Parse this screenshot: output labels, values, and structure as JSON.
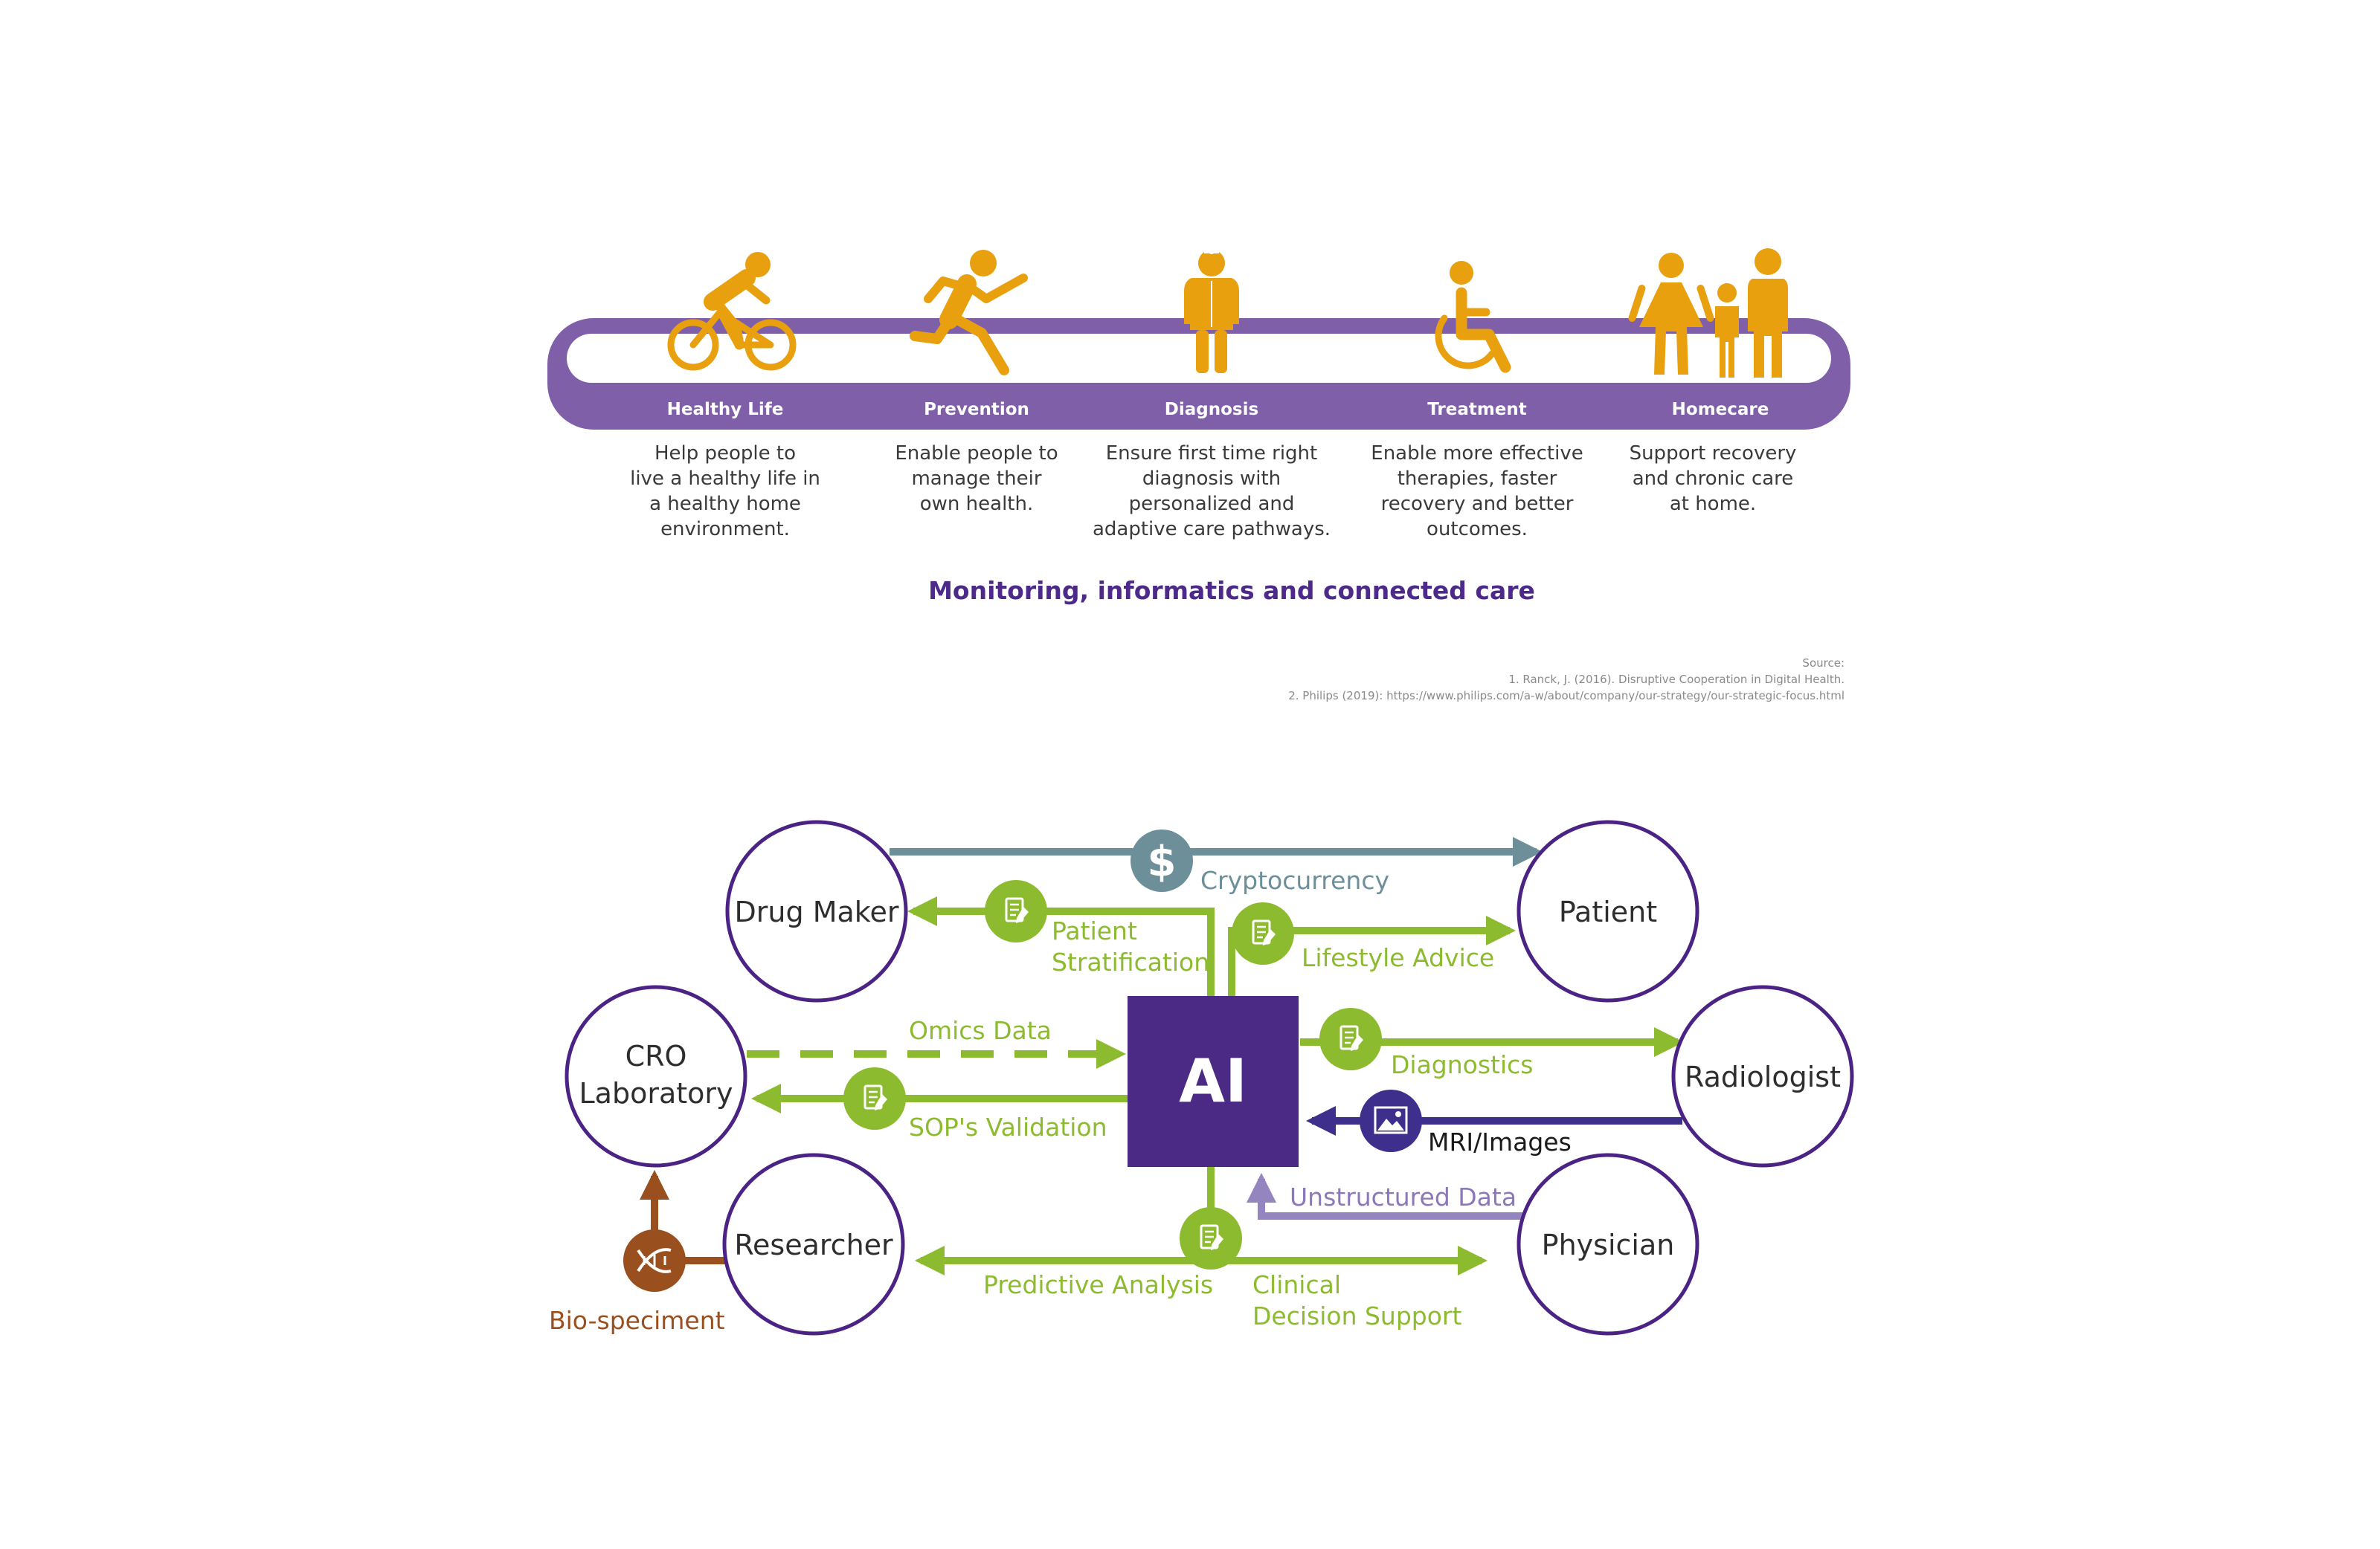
{
  "care_continuum": {
    "stages": [
      {
        "label": "Healthy Life",
        "icon": "cyclist-icon",
        "description": [
          "Help people to",
          "live a healthy life in",
          "a healthy home",
          "environment."
        ]
      },
      {
        "label": "Prevention",
        "icon": "runner-icon",
        "description": [
          "Enable people to",
          "manage their",
          "own health."
        ]
      },
      {
        "label": "Diagnosis",
        "icon": "doctor-icon",
        "description": [
          "Ensure first time right",
          "diagnosis with",
          "personalized and",
          "adaptive care pathways."
        ]
      },
      {
        "label": "Treatment",
        "icon": "wheelchair-icon",
        "description": [
          "Enable more effective",
          "therapies, faster",
          "recovery and better",
          "outcomes."
        ]
      },
      {
        "label": "Homecare",
        "icon": "family-icon",
        "description": [
          "Support recovery",
          "and chronic care",
          "at home."
        ]
      }
    ],
    "banner": "Monitoring, informatics and connected care",
    "source": {
      "heading": "Source:",
      "lines": [
        "1. Ranck, J. (2016). Disruptive Cooperation in Digital Health.",
        "2. Philips (2019): https://www.philips.com/a-w/about/company/our-strategy/our-strategic-focus.html"
      ]
    }
  },
  "ai_network": {
    "center": "AI",
    "nodes": {
      "drug_maker": "Drug Maker",
      "patient": "Patient",
      "cro": [
        "CRO",
        "Laboratory"
      ],
      "radiologist": "Radiologist",
      "researcher": "Researcher",
      "physician": "Physician"
    },
    "flows": {
      "cryptocurrency": "Cryptocurrency",
      "patient_stratification": [
        "Patient",
        "Stratification"
      ],
      "lifestyle_advice": "Lifestyle Advice",
      "omics_data": "Omics Data",
      "sops_validation": "SOP's Validation",
      "diagnostics": "Diagnostics",
      "mri_images": "MRI/Images",
      "unstructured_data": "Unstructured Data",
      "predictive_analysis": "Predictive Analysis",
      "clinical_decision_support": [
        "Clinical",
        "Decision Support"
      ],
      "bio_speciment": "Bio-speciment"
    }
  },
  "colors": {
    "purple_band": "#7f5fa8",
    "icon_orange": "#e8a00f",
    "ai_purple": "#4b2a85",
    "node_outline": "#4b2384",
    "green": "#8dbb2f",
    "slate": "#6d8f9a",
    "lavender": "#9484bf",
    "navy": "#3f2f8c",
    "brown": "#9a4f1e"
  }
}
